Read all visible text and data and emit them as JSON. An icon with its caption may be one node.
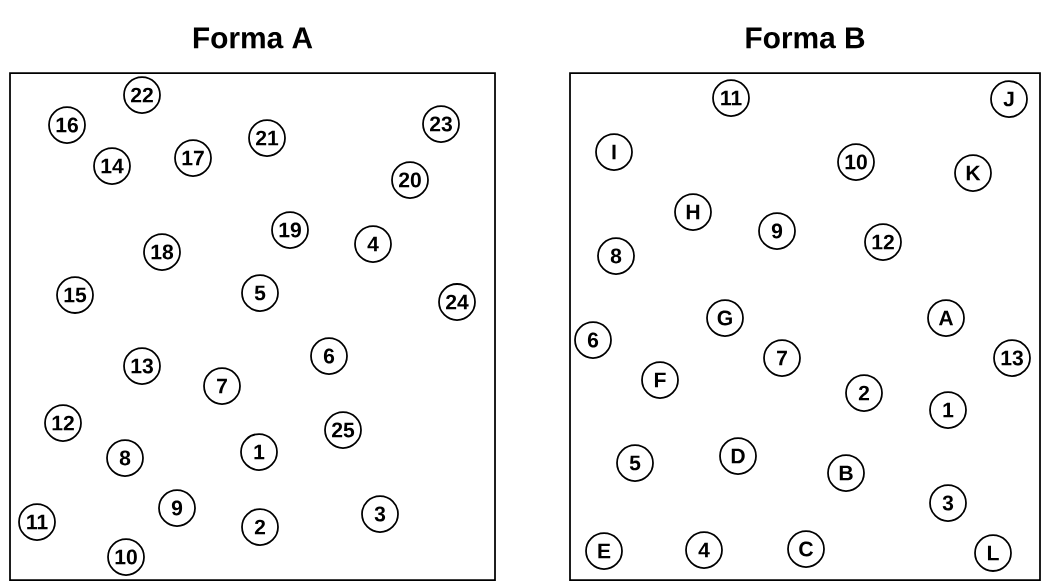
{
  "diagram": {
    "nodes": [
      {
        "text": [
          "Forma A"
        ]
      },
      {
        "text": [
          "22"
        ],
        "in": 0
      },
      {
        "text": [
          "16"
        ],
        "in": 0
      },
      {
        "text": [
          "23"
        ],
        "in": 0
      },
      {
        "text": [
          "21"
        ],
        "in": 0
      },
      {
        "text": [
          "17"
        ],
        "in": 0
      },
      {
        "text": [
          "14"
        ],
        "in": 0
      },
      {
        "text": [
          "20"
        ],
        "in": 0
      },
      {
        "text": [
          "19"
        ],
        "in": 0
      },
      {
        "text": [
          "4"
        ],
        "in": 0
      },
      {
        "text": [
          "18"
        ],
        "in": 0
      },
      {
        "text": [
          "5"
        ],
        "in": 0
      },
      {
        "text": [
          "15"
        ],
        "in": 0
      },
      {
        "text": [
          "24"
        ],
        "in": 0
      },
      {
        "text": [
          "6"
        ],
        "in": 0
      },
      {
        "text": [
          "13"
        ],
        "in": 0
      },
      {
        "text": [
          "7"
        ],
        "in": 0
      },
      {
        "text": [
          "12"
        ],
        "in": 0
      },
      {
        "text": [
          "25"
        ],
        "in": 0
      },
      {
        "text": [
          "1"
        ],
        "in": 0
      },
      {
        "text": [
          "8"
        ],
        "in": 0
      },
      {
        "text": [
          "9"
        ],
        "in": 0
      },
      {
        "text": [
          "3"
        ],
        "in": 0
      },
      {
        "text": [
          "11"
        ],
        "in": 0
      },
      {
        "text": [
          "2"
        ],
        "in": 0
      },
      {
        "text": [
          "10"
        ],
        "in": 0
      },
      {
        "text": [
          "Forma B"
        ]
      },
      {
        "text": [
          "11"
        ],
        "in": 26
      },
      {
        "text": [
          "J"
        ],
        "in": 26
      },
      {
        "text": [
          "I"
        ],
        "in": 26
      },
      {
        "text": [
          "10"
        ],
        "in": 26
      },
      {
        "text": [
          "K"
        ],
        "in": 26
      },
      {
        "text": [
          "H"
        ],
        "in": 26
      },
      {
        "text": [
          "9"
        ],
        "in": 26
      },
      {
        "text": [
          "12"
        ],
        "in": 26
      },
      {
        "text": [
          "8"
        ],
        "in": 26
      },
      {
        "text": [
          "G"
        ],
        "in": 26
      },
      {
        "text": [
          "A"
        ],
        "in": 26
      },
      {
        "text": [
          "6"
        ],
        "in": 26
      },
      {
        "text": [
          "13"
        ],
        "in": 26
      },
      {
        "text": [
          "7"
        ],
        "in": 26
      },
      {
        "text": [
          "F"
        ],
        "in": 26
      },
      {
        "text": [
          "2"
        ],
        "in": 26
      },
      {
        "text": [
          "1"
        ],
        "in": 26
      },
      {
        "text": [
          "D"
        ],
        "in": 26
      },
      {
        "text": [
          "5"
        ],
        "in": 26
      },
      {
        "text": [
          "B"
        ],
        "in": 26
      },
      {
        "text": [
          "3"
        ],
        "in": 26
      },
      {
        "text": [
          "C"
        ],
        "in": 26
      },
      {
        "text": [
          "4"
        ],
        "in": 26
      },
      {
        "text": [
          "E"
        ],
        "in": 26
      },
      {
        "text": [
          "L"
        ],
        "in": 26
      }
    ]
  }
}
